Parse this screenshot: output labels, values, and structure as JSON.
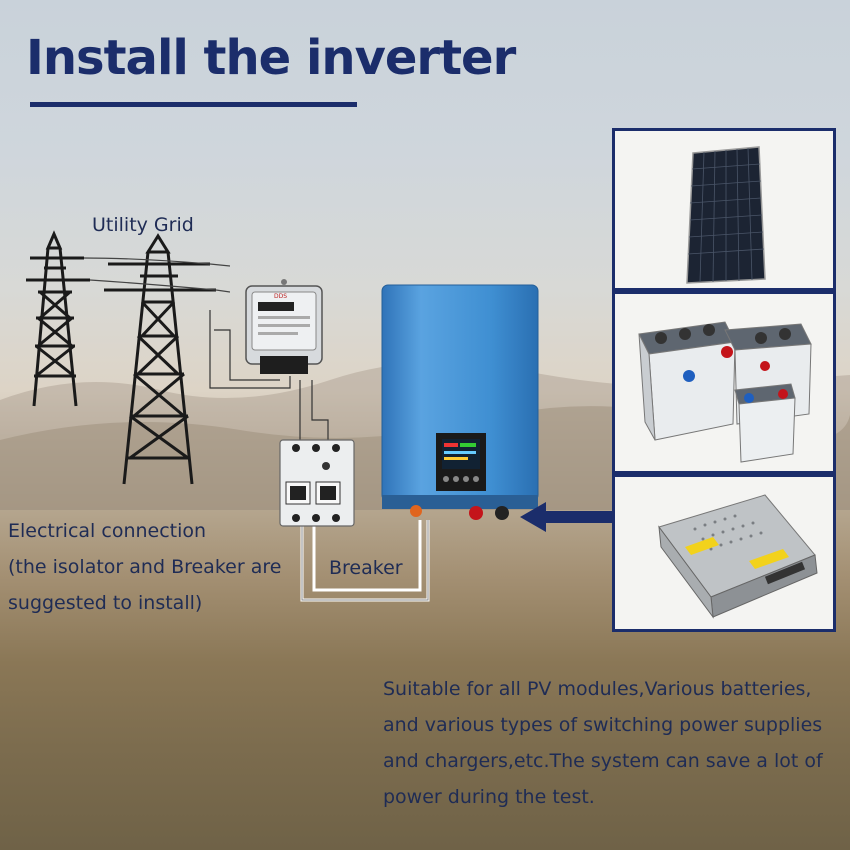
{
  "title": "Install the inverter",
  "labels": {
    "utility_grid": "Utility Grid",
    "electrical_connection": [
      "Electrical connection",
      "(the isolator and Breaker are",
      "suggested to install)"
    ],
    "breaker": "Breaker"
  },
  "description": [
    "Suitable for all PV modules,Various batteries,",
    "and various types of switching power supplies",
    "and chargers,etc.The system can save a lot of",
    "power during the test."
  ],
  "sources": [
    {
      "name": "solar-panel"
    },
    {
      "name": "batteries"
    },
    {
      "name": "switching-power-supply"
    }
  ],
  "colors": {
    "accent": "#1b2d6b",
    "inverter": "#3f8fd2",
    "text": "#1f2c55"
  },
  "icons": [
    "transmission-tower-icon",
    "electric-meter-icon",
    "breaker-icon",
    "inverter-icon",
    "arrow-left-icon"
  ]
}
